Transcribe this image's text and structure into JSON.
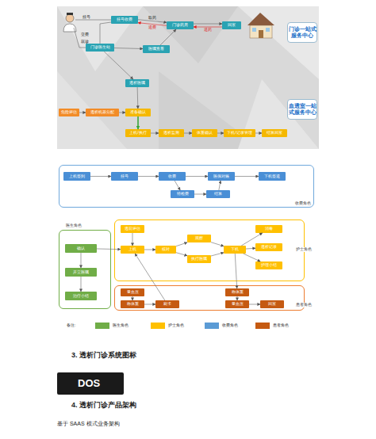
{
  "diagram": {
    "nodes": [
      {
        "text": [
          "挂号收费"
        ]
      },
      {
        "text": [
          "门诊药房"
        ]
      },
      {
        "text": [
          "回家"
        ]
      },
      {
        "text": [
          "门诊一站式服务中心"
        ]
      },
      {
        "text": [
          "门诊医生站"
        ]
      },
      {
        "text": [
          "医嘱查看"
        ]
      },
      {
        "text": [
          "透析医嘱"
        ]
      },
      {
        "text": [
          "危险评估"
        ]
      },
      {
        "text": [
          "透析机器分配"
        ]
      },
      {
        "text": [
          "准备确认"
        ]
      },
      {
        "text": [
          "上机/执行"
        ]
      },
      {
        "text": [
          "透析监测"
        ]
      },
      {
        "text": [
          "体重确认"
        ]
      },
      {
        "text": [
          "下机/记录管理"
        ]
      },
      {
        "text": [
          "结算回家"
        ]
      },
      {
        "text": [
          "血透室一站式服务中心"
        ]
      },
      {
        "text": [
          "收费角色"
        ]
      },
      {
        "text": [
          "上机签到"
        ],
        "in": 16
      },
      {
        "text": [
          "挂号"
        ],
        "in": 16
      },
      {
        "text": [
          "收费"
        ],
        "in": 16
      },
      {
        "text": [
          "医保对账"
        ],
        "in": 16
      },
      {
        "text": [
          "下机签退"
        ],
        "in": 16
      },
      {
        "text": [
          "特检费"
        ],
        "in": 16
      },
      {
        "text": [
          "结算"
        ],
        "in": 16
      },
      {
        "text": [
          "医生角色"
        ]
      },
      {
        "text": [
          "确认"
        ],
        "in": 24
      },
      {
        "text": [
          "开立医嘱"
        ],
        "in": 24
      },
      {
        "text": [
          "治疗小结"
        ],
        "in": 24
      },
      {
        "text": [
          "护士角色"
        ]
      },
      {
        "text": [
          "透前评估"
        ],
        "in": 28
      },
      {
        "text": [
          "上机"
        ],
        "in": 28
      },
      {
        "text": [
          "核对"
        ],
        "in": 28
      },
      {
        "text": [
          "观察"
        ],
        "in": 28
      },
      {
        "text": [
          "执行医嘱"
        ],
        "in": 28
      },
      {
        "text": [
          "下机"
        ],
        "in": 28
      },
      {
        "text": [
          "消毒"
        ],
        "in": 28
      },
      {
        "text": [
          "透析记录"
        ],
        "in": 28
      },
      {
        "text": [
          "护理小结"
        ],
        "in": 28
      },
      {
        "text": [
          "患者角色"
        ]
      },
      {
        "text": [
          "量血压"
        ],
        "in": 38
      },
      {
        "text": [
          "称体重"
        ],
        "in": 38
      },
      {
        "text": [
          "刷卡"
        ],
        "in": 38
      },
      {
        "text": [
          "称体重"
        ],
        "in": 38
      },
      {
        "text": [
          "量血压"
        ],
        "in": 38
      },
      {
        "text": [
          "回家"
        ],
        "in": 38
      },
      {
        "text": [
          "DOS"
        ]
      }
    ],
    "edges": [
      {
        "from": 0,
        "to": 1,
        "label": "取药",
        "arrow": "to"
      },
      {
        "from": 1,
        "to": 0,
        "label": "退费",
        "arrow": "to"
      },
      {
        "from": 1,
        "to": 2,
        "arrow": "to"
      },
      {
        "from": 2,
        "to": 1,
        "label": "退药",
        "arrow": "to"
      },
      {
        "from": 4,
        "to": 5,
        "arrow": "to"
      },
      {
        "from": 5,
        "to": 1,
        "arrow": "to"
      },
      {
        "from": 4,
        "to": 6,
        "arrow": "to"
      },
      {
        "from": 6,
        "to": 9,
        "arrow": "to"
      },
      {
        "from": 7,
        "to": 8,
        "arrow": "to"
      },
      {
        "from": 8,
        "to": 9,
        "arrow": "to"
      },
      {
        "from": 9,
        "to": 10,
        "arrow": "to"
      },
      {
        "from": 10,
        "to": 11,
        "arrow": "to"
      },
      {
        "from": 11,
        "to": 12,
        "arrow": "to"
      },
      {
        "from": 12,
        "to": 13,
        "arrow": "to"
      },
      {
        "from": 13,
        "to": 14,
        "arrow": "to"
      },
      {
        "from": 17,
        "to": 18,
        "arrow": "to"
      },
      {
        "from": 18,
        "to": 19,
        "arrow": "to"
      },
      {
        "from": 19,
        "to": 20,
        "arrow": "to"
      },
      {
        "from": 20,
        "to": 21,
        "arrow": "to"
      },
      {
        "from": 19,
        "to": 22,
        "arrow": "to"
      },
      {
        "from": 22,
        "to": 23,
        "arrow": "to"
      },
      {
        "from": 23,
        "to": 20,
        "arrow": "to"
      },
      {
        "from": 25,
        "to": 26,
        "arrow": "to"
      },
      {
        "from": 26,
        "to": 27,
        "arrow": "to"
      },
      {
        "from": 25,
        "to": 30,
        "arrow": "to"
      },
      {
        "from": 29,
        "to": 30,
        "arrow": "to"
      },
      {
        "from": 30,
        "to": 31,
        "arrow": "to"
      },
      {
        "from": 31,
        "to": 32,
        "arrow": "to"
      },
      {
        "from": 31,
        "to": 33,
        "arrow": "to"
      },
      {
        "from": 32,
        "to": 34,
        "arrow": "to"
      },
      {
        "from": 33,
        "to": 34,
        "arrow": "to"
      },
      {
        "from": 34,
        "to": 35,
        "arrow": "to"
      },
      {
        "from": 34,
        "to": 36,
        "arrow": "to"
      },
      {
        "from": 34,
        "to": 37,
        "arrow": "to"
      },
      {
        "from": 39,
        "to": 40,
        "arrow": "to"
      },
      {
        "from": 40,
        "to": 41,
        "arrow": "to"
      },
      {
        "from": 41,
        "to": 30,
        "arrow": "to"
      },
      {
        "from": 34,
        "to": 42,
        "arrow": "to"
      },
      {
        "from": 42,
        "to": 43,
        "arrow": "to"
      },
      {
        "from": 43,
        "to": 44,
        "arrow": "to"
      }
    ],
    "labels": [
      "挂号",
      "交费",
      "就诊",
      "备注:",
      "3.  透析门诊系统图标",
      "4.  透析门诊产品架构",
      "基于 SAAS 模式业务架构"
    ],
    "legend": [
      {
        "text": "医生角色",
        "color": "#70ad47"
      },
      {
        "text": "护士角色",
        "color": "#ffc000"
      },
      {
        "text": "收费角色",
        "color": "#5b9bd5"
      },
      {
        "text": "患者角色",
        "color": "#c55a11"
      }
    ]
  }
}
